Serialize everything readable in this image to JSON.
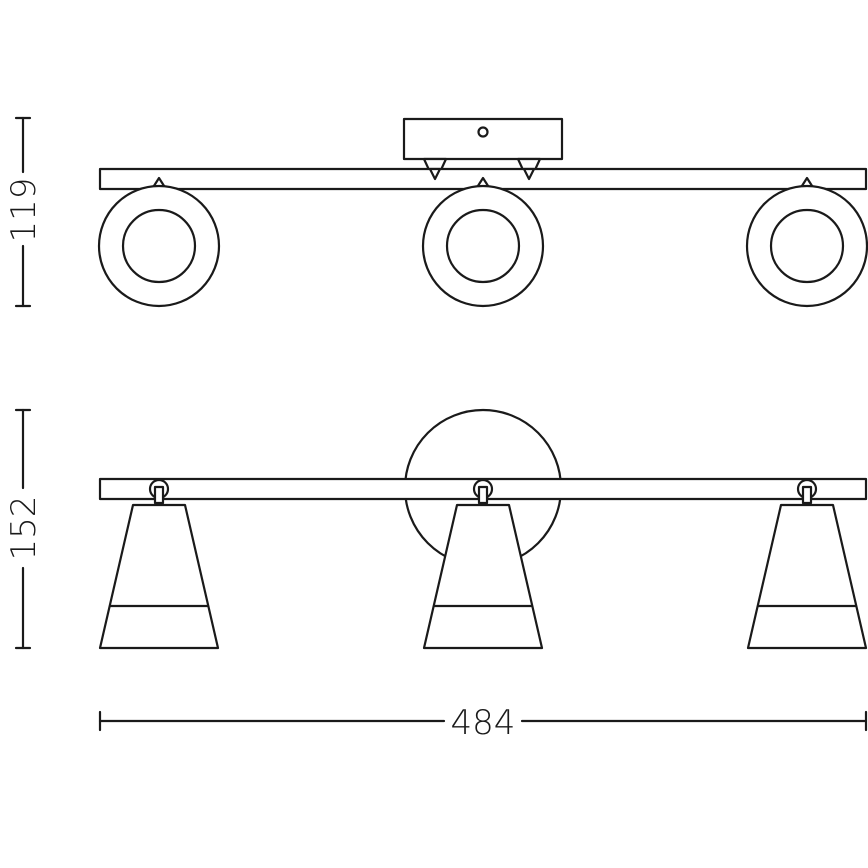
{
  "dimensions": {
    "height_top_view": "119",
    "height_front_view": "152",
    "total_width": "484"
  }
}
